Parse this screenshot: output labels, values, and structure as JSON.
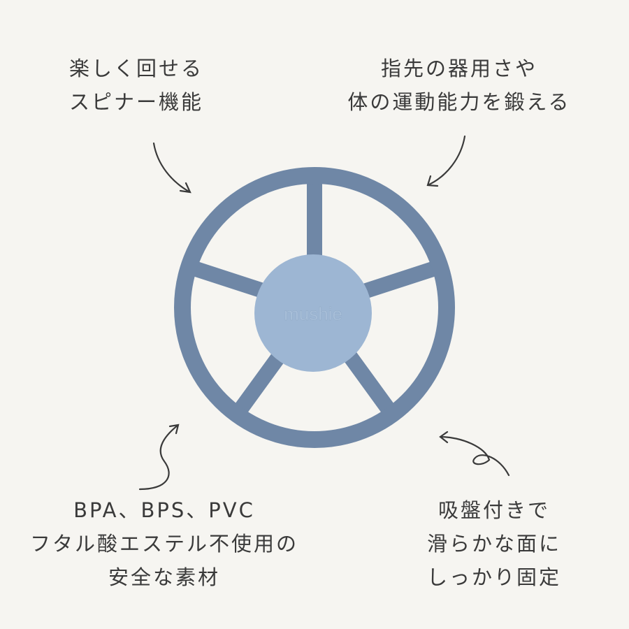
{
  "captions": {
    "top_left": [
      "楽しく回せる",
      "スピナー機能"
    ],
    "top_right": [
      "指先の器用さや",
      "体の運動能力を鍛える"
    ],
    "bottom_left": [
      "BPA、BPS、PVC",
      "フタル酸エステル不使用の",
      "安全な素材"
    ],
    "bottom_right": [
      "吸盤付きで",
      "滑らかな面に",
      "しっかり固定"
    ]
  },
  "product": {
    "logo_text": "mushie"
  },
  "colors": {
    "background": "#f6f5f1",
    "ring": "#6f87a6",
    "hub": "#9db6d3",
    "text": "#3a3a3a"
  }
}
